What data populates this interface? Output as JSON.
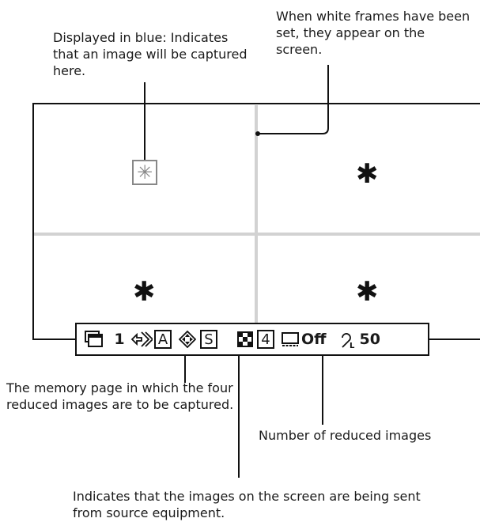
{
  "callouts": {
    "blue": "Displayed in blue: Indicates that an image will be captured here.",
    "white_frames": "When white frames have been set, they appear on the screen.",
    "memory_page": "The memory page in which the four reduced images are to be captured.",
    "reduced_count": "Number of reduced images",
    "source": "Indicates that the images on the screen are being sent from source equipment."
  },
  "screen": {
    "star_glyph": "✱",
    "capture_star_glyph": "✳"
  },
  "status_bar": {
    "pages_icon": "stacked-pages-icon",
    "page_number": "1",
    "memory_icon": "arrow-memory-icon",
    "memory_page": "A",
    "source_icon": "diamond-arrows-icon",
    "source": "S",
    "grid_icon": "checker-grid-icon",
    "reduced_count": "4",
    "monitor_icon": "monitor-icon",
    "monitor_state": "Off",
    "level_icon": "level-L-icon",
    "level_value": "50"
  }
}
